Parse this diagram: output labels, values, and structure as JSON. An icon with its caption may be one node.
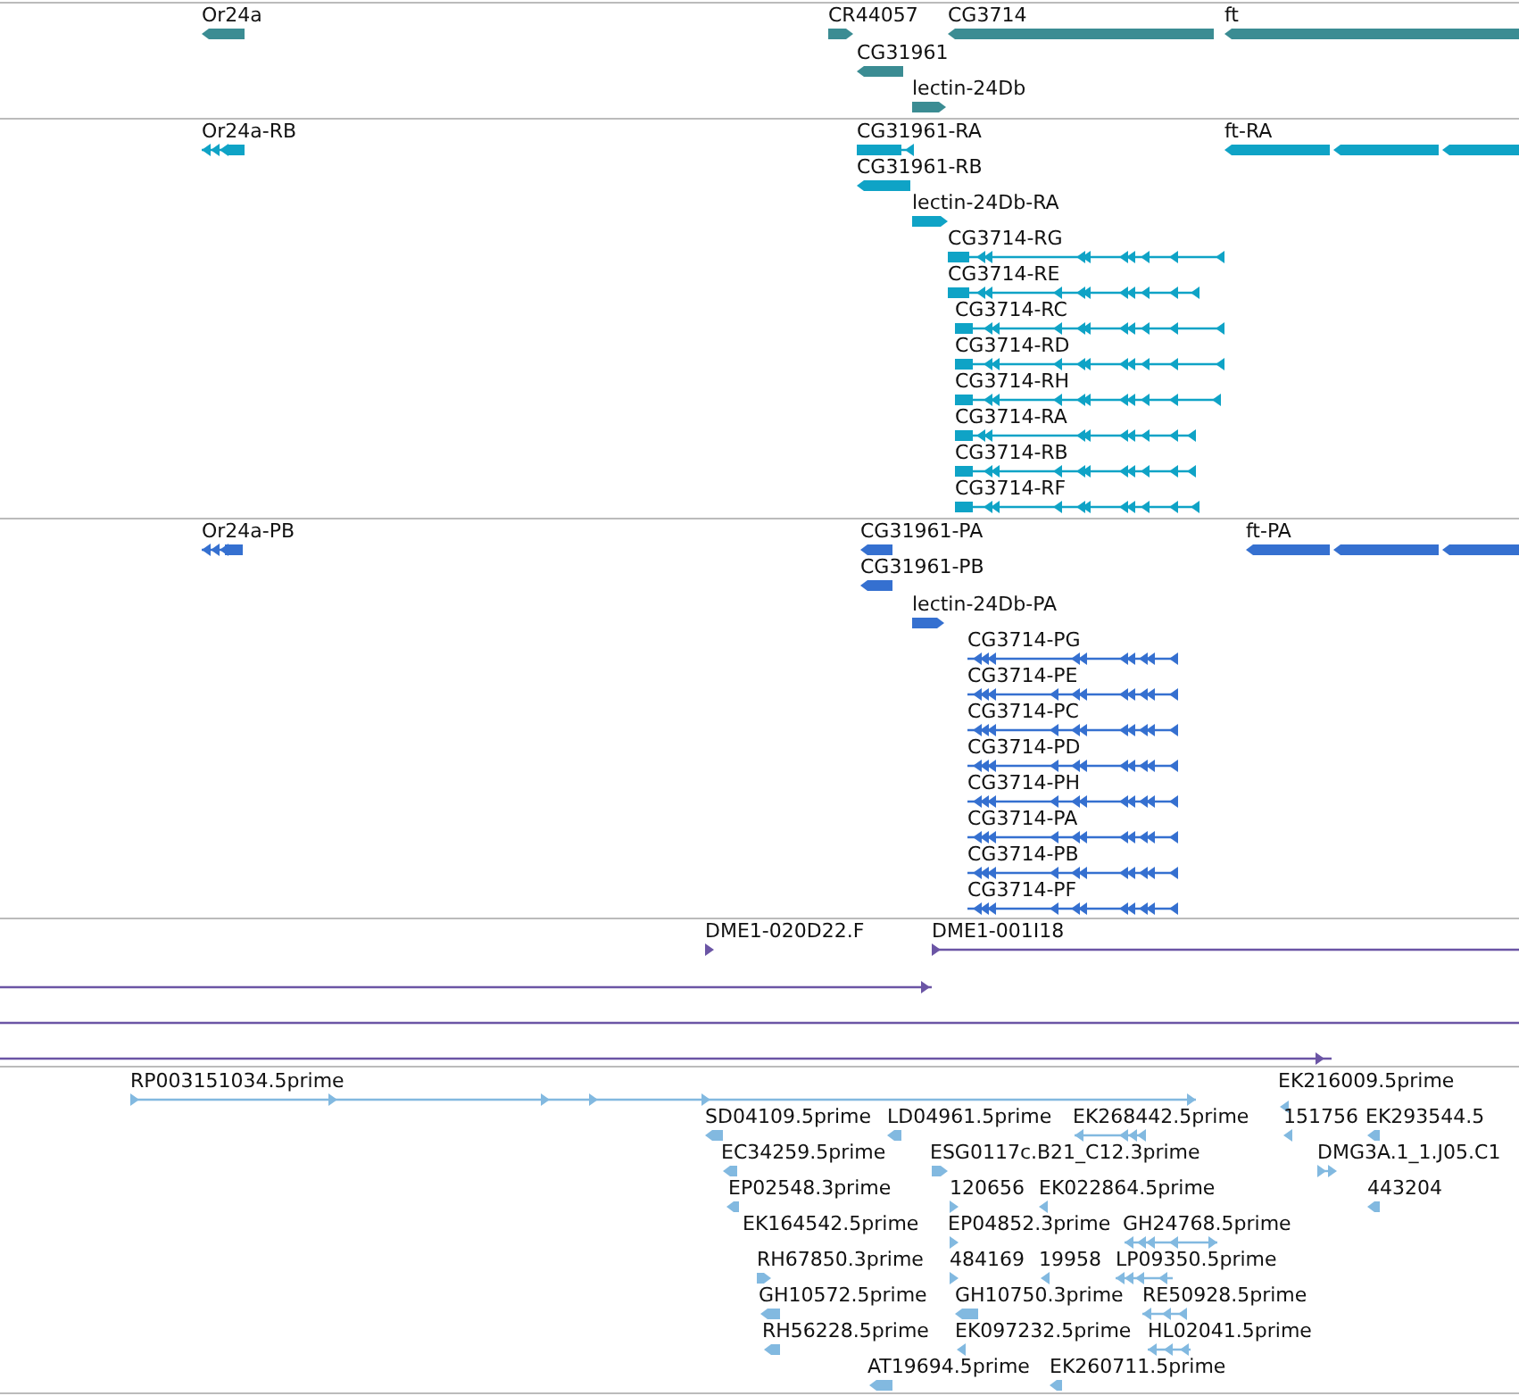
{
  "diagram": {
    "labels": [
      "Or24a",
      "CR44057",
      "CG3714",
      "ft",
      "CG31961",
      "lectin-24Db",
      "Or24a-RB",
      "CG31961-RA",
      "ft-RA",
      "CG31961-RB",
      "lectin-24Db-RA",
      "CG3714-RG",
      "CG3714-RE",
      "CG3714-RC",
      "CG3714-RD",
      "CG3714-RH",
      "CG3714-RA",
      "CG3714-RB",
      "CG3714-RF",
      "Or24a-PB",
      "CG31961-PA",
      "ft-PA",
      "CG31961-PB",
      "lectin-24Db-PA",
      "CG3714-PG",
      "CG3714-PE",
      "CG3714-PC",
      "CG3714-PD",
      "CG3714-PH",
      "CG3714-PA",
      "CG3714-PB",
      "CG3714-PF",
      "DME1-020D22.F",
      "DME1-001I18",
      "RP003151034.5prime",
      "EK216009.5prime",
      "SD04109.5prime",
      "LD04961.5prime",
      "EK268442.5prime",
      "151756",
      "EK293544.5",
      "EC34259.5prime",
      "ESG0117c.B21_C12.3prime",
      "DMG3A.1_1.J05.C1",
      "EP02548.3prime",
      "120656",
      "EK022864.5prime",
      "443204",
      "EK164542.5prime",
      "EP04852.3prime",
      "GH24768.5prime",
      "RH67850.3prime",
      "484169",
      "19958",
      "LP09350.5prime",
      "GH10572.5prime",
      "GH10750.3prime",
      "RE50928.5prime",
      "RH56228.5prime",
      "EK097232.5prime",
      "HL02041.5prime",
      "AT19694.5prime",
      "EK260711.5prime"
    ]
  }
}
